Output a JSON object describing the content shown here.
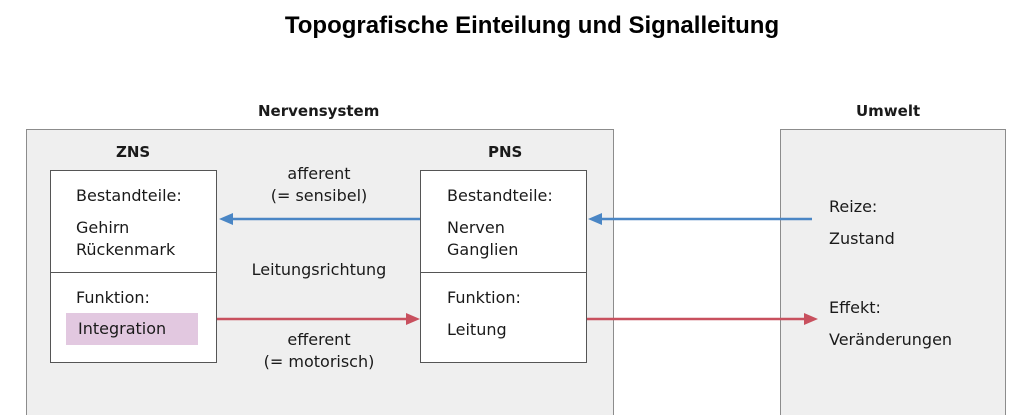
{
  "title": "Topografische Einteilung und Signalleitung",
  "groups": {
    "nervensystem": "Nervensystem",
    "umwelt": "Umwelt"
  },
  "zns": {
    "heading": "ZNS",
    "bestandteile_label": "Bestandteile:",
    "parts": [
      "Gehirn",
      "Rückenmark"
    ],
    "funktion_label": "Funktion:",
    "funktion_value": "Integration"
  },
  "pns": {
    "heading": "PNS",
    "bestandteile_label": "Bestandteile:",
    "parts": [
      "Nerven",
      "Ganglien"
    ],
    "funktion_label": "Funktion:",
    "funktion_value": "Leitung"
  },
  "middle": {
    "afferent": "afferent",
    "afferent_note": "(= sensibel)",
    "leitungsrichtung": "Leitungsrichtung",
    "efferent": "efferent",
    "efferent_note": "(= motorisch)"
  },
  "umwelt": {
    "reize": "Reize:",
    "zustand": "Zustand",
    "effekt": "Effekt:",
    "veraenderungen": "Veränderungen"
  },
  "colors": {
    "afferent_arrow": "#4a86c5",
    "efferent_arrow": "#c8505e",
    "highlight": "#e2c8e0",
    "panel": "#efefef"
  }
}
